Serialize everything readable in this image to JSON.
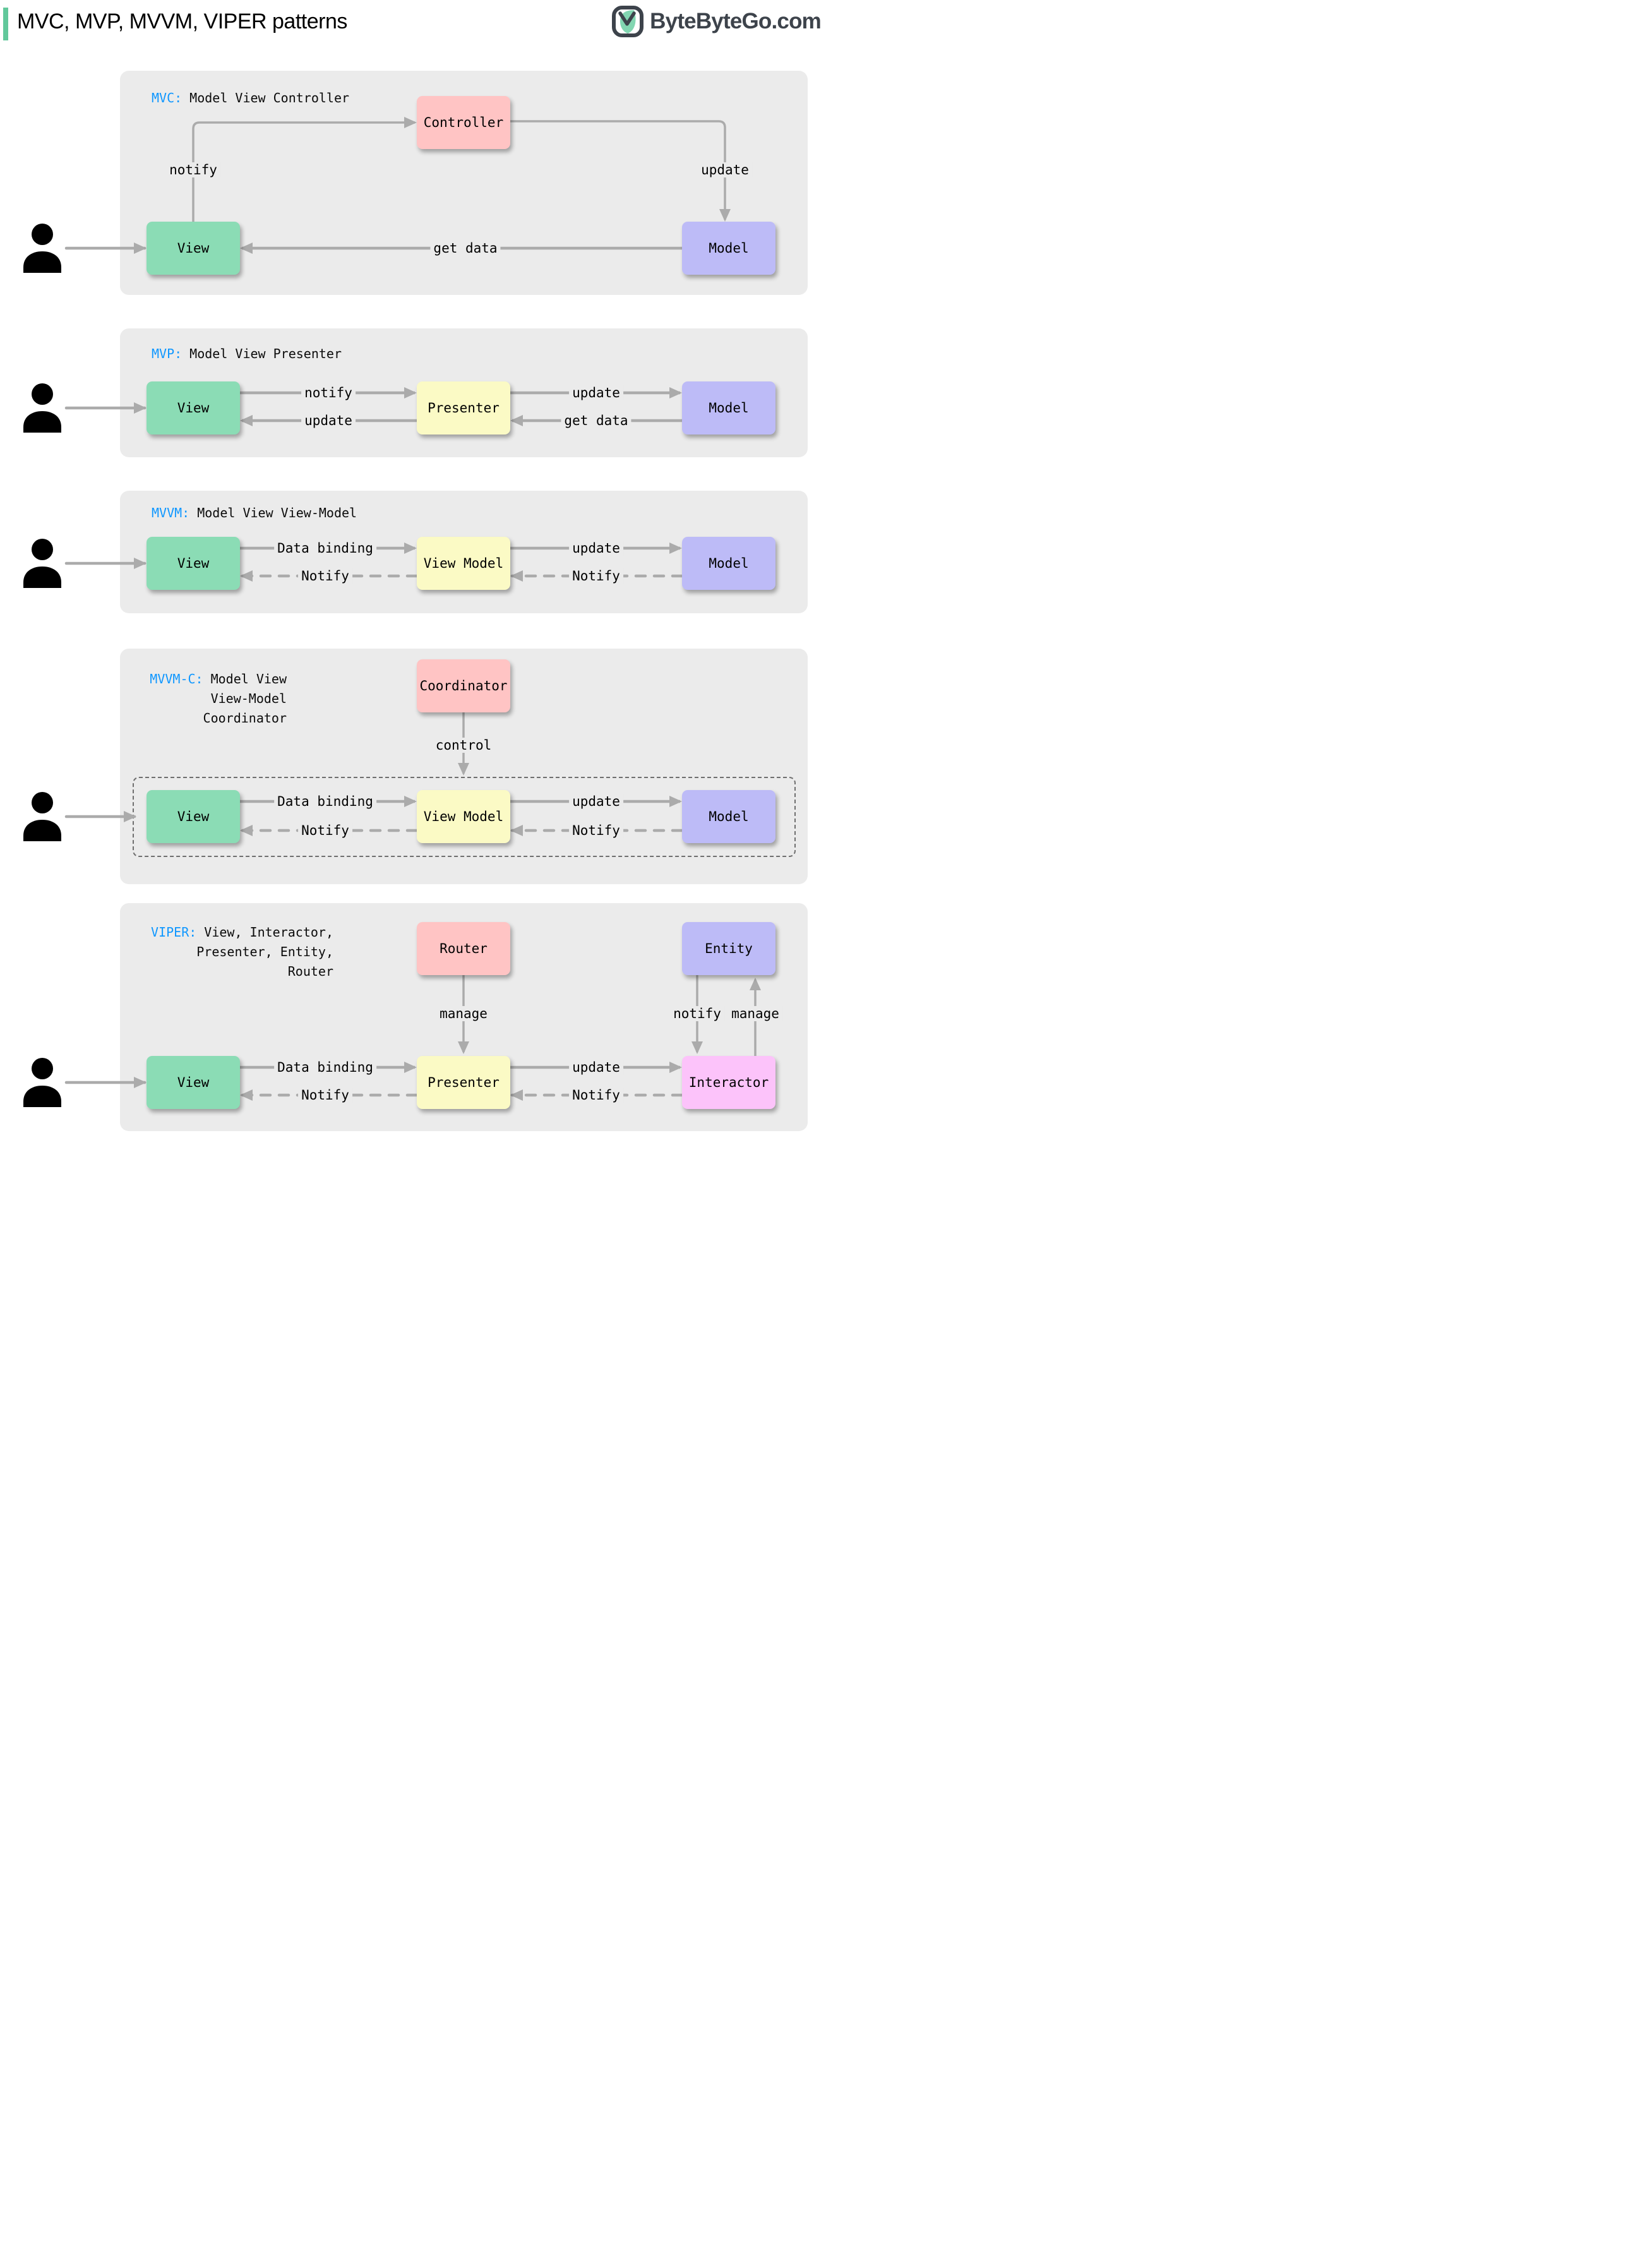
{
  "title": "MVC, MVP, MVVM, VIPER patterns",
  "logo": {
    "text": "ByteByteGo.com"
  },
  "colors": {
    "panel": "#ebebeb",
    "arrow": "#ababab",
    "blue": "#0f97ff",
    "accent": "#62c89b",
    "box_green": "#8bdcb5",
    "box_pink": "#ffc4c4",
    "box_purple": "#bdbbf7",
    "box_yellow": "#fbfac5",
    "box_magenta": "#fcc3fa",
    "dash_border": "#6f6f6f",
    "logo_dark": "#3d434b",
    "logo_green": "#82d6b1"
  },
  "sections": [
    {
      "name": "MVC",
      "keyword": "MVC:",
      "label_lines": [
        "Model View Controller"
      ],
      "boxes": {
        "controller": "Controller",
        "view": "View",
        "model": "Model"
      },
      "arrows": {
        "view_to_controller": "notify",
        "controller_to_model": "update",
        "model_to_view": "get data"
      }
    },
    {
      "name": "MVP",
      "keyword": "MVP:",
      "label_lines": [
        "Model View Presenter"
      ],
      "boxes": {
        "view": "View",
        "presenter": "Presenter",
        "model": "Model"
      },
      "arrows": {
        "view_to_presenter": "notify",
        "presenter_to_view": "update",
        "presenter_to_model": "update",
        "model_to_presenter": "get data"
      }
    },
    {
      "name": "MVVM",
      "keyword": "MVVM:",
      "label_lines": [
        "Model View View-Model"
      ],
      "boxes": {
        "view": "View",
        "view_model": "View Model",
        "model": "Model"
      },
      "arrows": {
        "view_to_view_model": "Data binding",
        "view_model_to_view": "Notify",
        "view_model_to_model": "update",
        "model_to_view_model": "Notify"
      }
    },
    {
      "name": "MVVM-C",
      "keyword": "MVVM-C:",
      "label_lines": [
        "Model View",
        "View-Model",
        "Coordinator"
      ],
      "boxes": {
        "coordinator": "Coordinator",
        "view": "View",
        "view_model": "View Model",
        "model": "Model"
      },
      "arrows": {
        "coordinator_to_group": "control",
        "view_to_view_model": "Data binding",
        "view_model_to_view": "Notify",
        "view_model_to_model": "update",
        "model_to_view_model": "Notify"
      }
    },
    {
      "name": "VIPER",
      "keyword": "VIPER:",
      "label_lines": [
        "View, Interactor,",
        "Presenter, Entity,",
        "Router"
      ],
      "boxes": {
        "router": "Router",
        "entity": "Entity",
        "view": "View",
        "presenter": "Presenter",
        "interactor": "Interactor"
      },
      "arrows": {
        "router_to_presenter": "manage",
        "entity_to_interactor": "notify",
        "interactor_to_entity": "manage",
        "view_to_presenter": "Data binding",
        "presenter_to_view": "Notify",
        "presenter_to_interactor": "update",
        "interactor_to_presenter": "Notify"
      }
    }
  ]
}
